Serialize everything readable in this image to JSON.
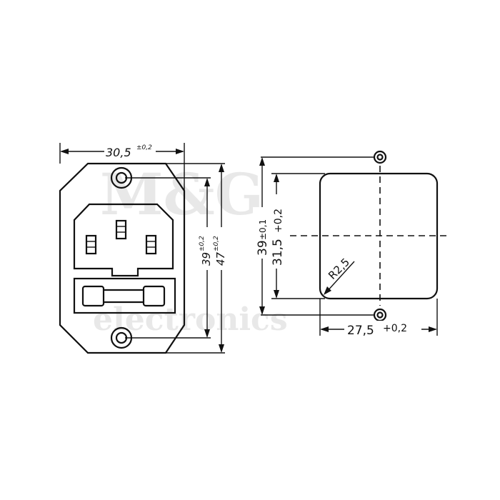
{
  "watermark": {
    "text_main": "M&G",
    "text_sub": "electronics"
  },
  "left_view": {
    "width_dim": {
      "value": "30,5",
      "tol": "±0,2"
    },
    "height_inner_dim": {
      "value": "39",
      "tol": "±0,2"
    },
    "height_outer_dim": {
      "value": "47",
      "tol": "±0,2"
    }
  },
  "right_view": {
    "height_outer_dim": {
      "value": "39",
      "tol": "±0,1"
    },
    "height_inner_dim": {
      "value": "31,5",
      "tol": "+0,2"
    },
    "width_dim": {
      "value": "27,5",
      "tol": "+0,2"
    },
    "radius_dim": "R2,5"
  }
}
